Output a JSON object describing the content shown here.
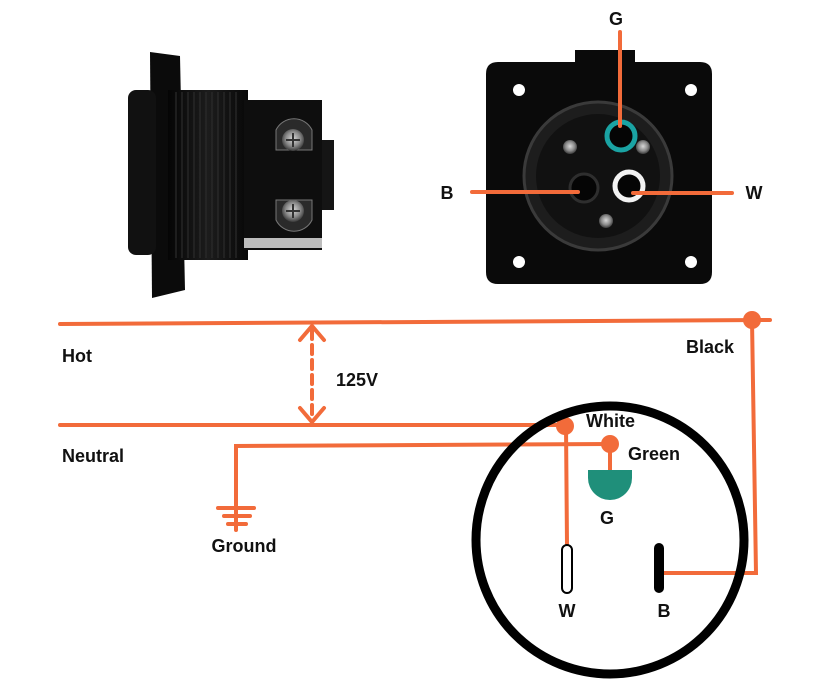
{
  "colors": {
    "wire": "#f26b3a",
    "ground_pin": "#1f8f7a",
    "device_body": "#0d0d0d",
    "ring_green": "#1aa3a3",
    "outline": "#000000",
    "text": "#111111"
  },
  "photo_front": {
    "labels": {
      "g": "G",
      "b": "B",
      "w": "W"
    }
  },
  "diagram": {
    "hot_label": "Hot",
    "neutral_label": "Neutral",
    "voltage_label": "125V",
    "ground_label": "Ground",
    "black_label": "Black",
    "white_label": "White",
    "green_label": "Green",
    "pin_g": "G",
    "pin_w": "W",
    "pin_b": "B"
  }
}
